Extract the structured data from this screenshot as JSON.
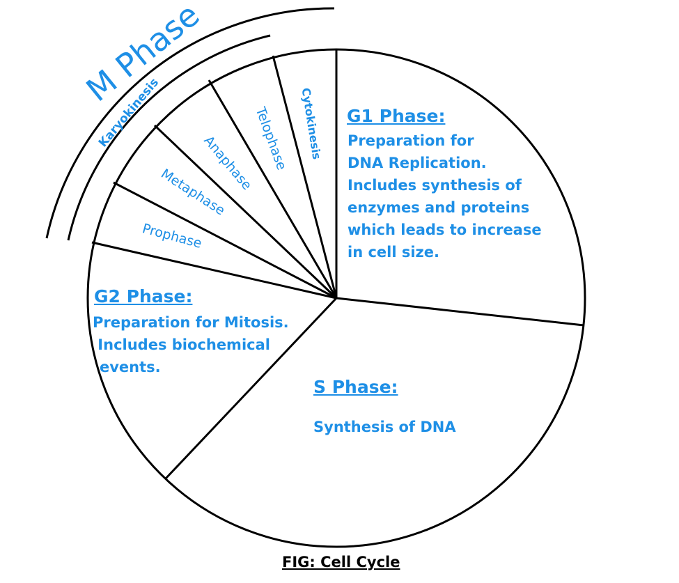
{
  "title": "FIG: Cell Cycle",
  "colors": {
    "text": "#1e8fe6",
    "lines": "#000000",
    "caption": "#000000"
  },
  "m_phase": {
    "label": "M Phase",
    "karyokinesis": "Karyokinesis",
    "cytokinesis": "Cytokinesis",
    "stages": [
      "Prophase",
      "Metaphase",
      "Anaphase",
      "Telophase"
    ]
  },
  "g1": {
    "heading": "G1 Phase:",
    "lines": [
      "Preparation for",
      "DNA Replication.",
      "Includes synthesis of",
      "enzymes and proteins",
      "which leads to increase",
      "in cell size."
    ]
  },
  "s": {
    "heading": "S Phase:",
    "text": "Synthesis of DNA"
  },
  "g2": {
    "heading": "G2 Phase:",
    "lines": [
      "Preparation for Mitosis.",
      " Includes biochemical",
      "events."
    ]
  }
}
